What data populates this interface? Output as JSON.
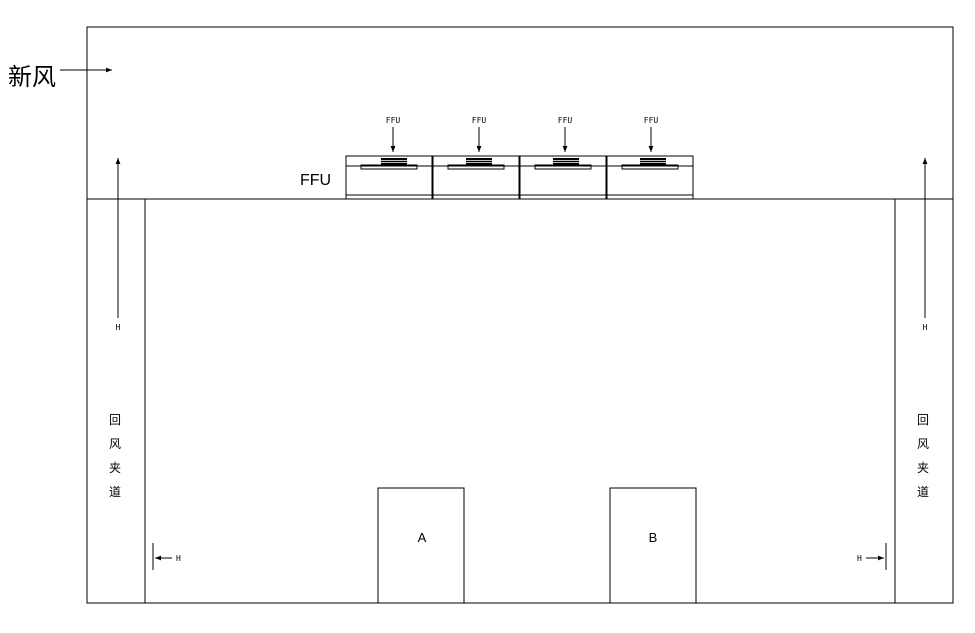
{
  "fresh_air": {
    "label": "新风"
  },
  "ffu_side_label": "FFU",
  "ffu_units": [
    {
      "label": "FFU"
    },
    {
      "label": "FFU"
    },
    {
      "label": "FFU"
    },
    {
      "label": "FFU"
    }
  ],
  "return_air_left": {
    "chars": [
      "回",
      "风",
      "夹",
      "道"
    ],
    "arrow_label": "H",
    "floor_arrow_label": "H"
  },
  "return_air_right": {
    "chars": [
      "回",
      "风",
      "夹",
      "道"
    ],
    "arrow_label": "H",
    "floor_arrow_label": "H"
  },
  "equipment": [
    {
      "label": "A"
    },
    {
      "label": "B"
    }
  ]
}
